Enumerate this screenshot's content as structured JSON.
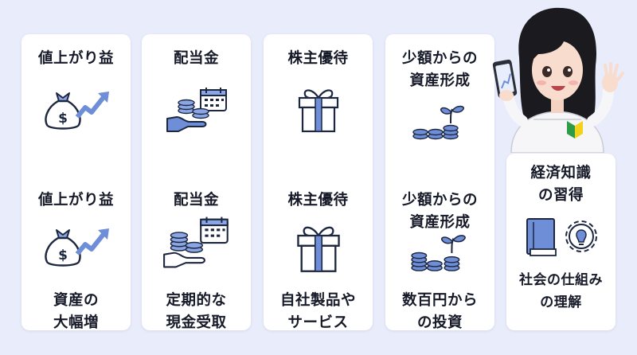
{
  "cards": [
    {
      "title": "値上がり益",
      "title2": "値上がり益",
      "desc": [
        "資産の",
        "大幅増"
      ],
      "icon": "money-bag-growth-icon"
    },
    {
      "title": "配当金",
      "title2": "配当金",
      "desc": [
        "定期的な",
        "現金受取"
      ],
      "icon": "hand-coins-calendar-icon"
    },
    {
      "title": "株主優待",
      "title2": "株主優待",
      "desc": [
        "自社製品や",
        "サービス"
      ],
      "icon": "gift-box-icon"
    },
    {
      "title": [
        "少額からの",
        "資産形成"
      ],
      "title2": [
        "少額からの",
        "資産形成"
      ],
      "desc": [
        "数百円から",
        "の投資"
      ],
      "icon": "coins-sprout-icon"
    },
    {
      "title": [
        "経済知識",
        "の習得"
      ],
      "desc": [
        "社会の仕組み",
        "の理解"
      ],
      "icon": "book-lightbulb-icon"
    }
  ],
  "colors": {
    "background": "#e9ecfb",
    "card": "#ffffff",
    "icon_blue": "#6f8ed8",
    "icon_outline": "#1e2740"
  }
}
